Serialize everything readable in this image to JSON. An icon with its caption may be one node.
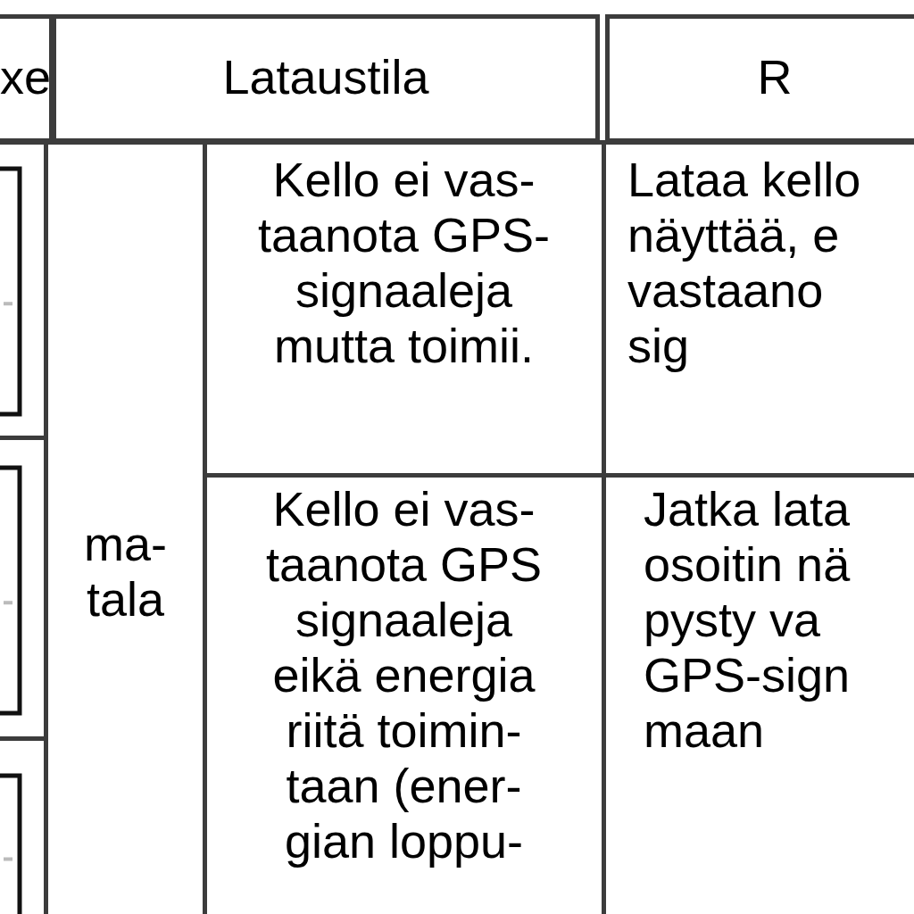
{
  "diagram": {
    "labels": [
      "xe",
      "Lataustila",
      "R",
      "ma- tala",
      "Kello ei vas- taanota GPS- signaaleja mutta toimii.",
      "Lataa kello näyttää, e vastaano sig",
      "Kello ei vas- taanota GPS signaaleja eikä energia riitä toimin- taan (ener- gian loppu-",
      "Jatka lata osoitin nä pysty va GPS-sign maan"
    ]
  }
}
